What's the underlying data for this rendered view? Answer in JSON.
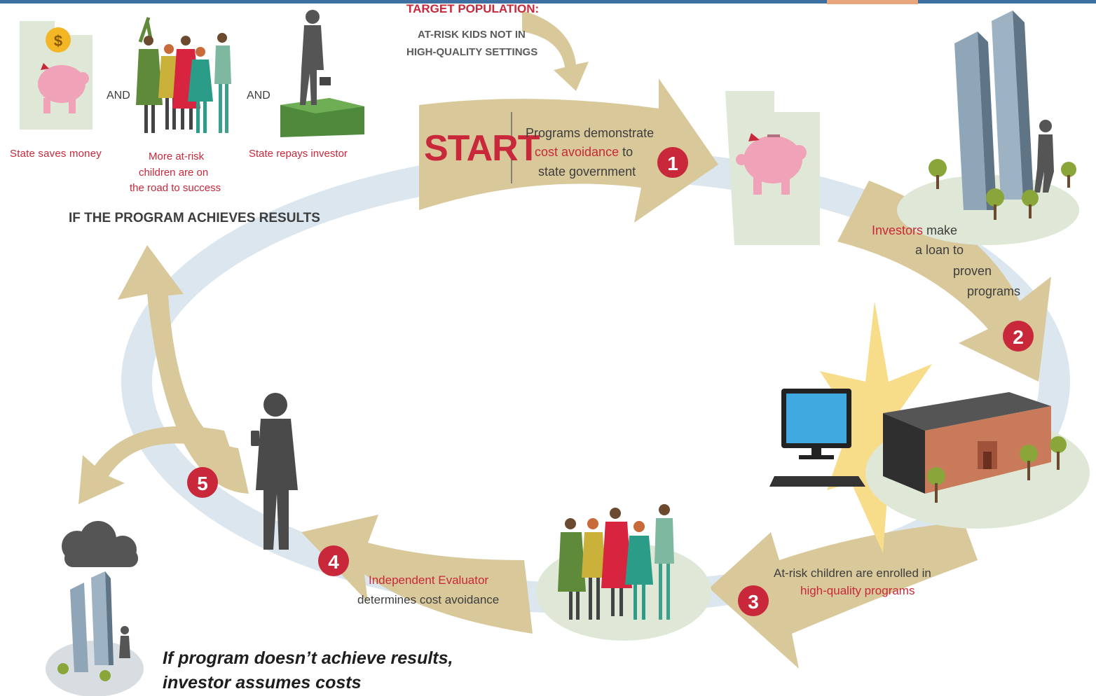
{
  "target": {
    "heading": "TARGET POPULATION:",
    "line1": "AT-RISK KIDS NOT IN",
    "line2": "HIGH-QUALITY SETTINGS"
  },
  "outcomes": {
    "state_saves": "State saves money",
    "and1": "AND",
    "children_line1": "More at-risk",
    "children_line2": "children are on",
    "children_line3": "the road to success",
    "and2": "AND",
    "state_repays": "State repays investor",
    "condition": "IF THE PROGRAM ACHIEVES RESULTS",
    "coin_symbol": "$"
  },
  "start": {
    "label": "START",
    "line1": "Programs demonstrate",
    "highlight": "cost avoidance",
    "line2_suffix": " to",
    "line3": "state government"
  },
  "steps": [
    {
      "number": "1"
    },
    {
      "number": "2",
      "highlight": "Investors",
      "text_a": " make",
      "text_b": "a loan to",
      "text_c": "proven",
      "text_d": "programs"
    },
    {
      "number": "3",
      "line1": "At-risk children are enrolled in",
      "highlight": "high-quality programs"
    },
    {
      "number": "4",
      "highlight": "Independent Evaluator",
      "line2": "determines cost avoidance"
    },
    {
      "number": "5"
    }
  ],
  "failure_note": {
    "line1": "If program doesn’t achieve results,",
    "line2": "investor assumes costs"
  },
  "colors": {
    "arrow_tan": "#d8c89a",
    "accent_red": "#c8283a",
    "cycle_blue": "#dbe6ef",
    "pale_green": "#dfe8d6",
    "top_border": "#3d6fa3"
  },
  "icons": [
    "piggy-bank-icon",
    "coin-icon",
    "children-group-icon",
    "businessman-icon",
    "money-stack-icon",
    "skyscraper-icon",
    "school-building-icon",
    "computer-icon",
    "tree-icon",
    "evaluator-person-icon",
    "storm-cloud-icon"
  ]
}
